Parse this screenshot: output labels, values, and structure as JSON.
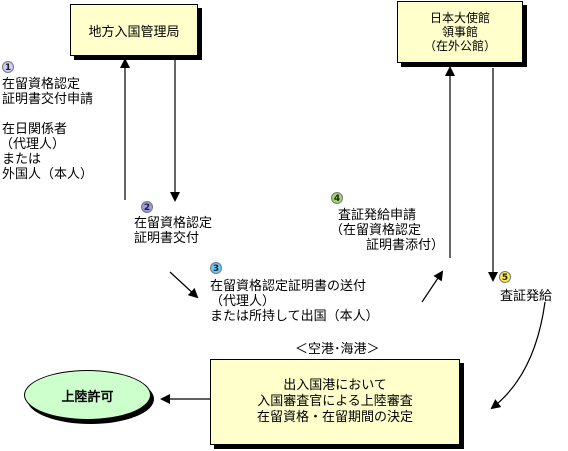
{
  "boxes": {
    "regional_bureau": "地方入国管理局",
    "embassy_line1": "日本大使館",
    "embassy_line2": "領事館",
    "embassy_line3": "（在外公館）",
    "landing_permit": "上陸許可",
    "port_line1": "出入国港において",
    "port_line2": "入国審査官による上陸審査",
    "port_line3": "在留資格・在留期間の決定"
  },
  "steps": {
    "s1": {
      "num": "1",
      "line1": "在留資格認定",
      "line2": "証明書交付申請"
    },
    "applicant": {
      "line1": "在日関係者",
      "line2": "（代理人）",
      "line3": "または",
      "line4": "外国人（本人）"
    },
    "s2": {
      "num": "2",
      "line1": "在留資格認定",
      "line2": "証明書交付"
    },
    "s3": {
      "num": "3",
      "line1": "在留資格認定証明書の送付",
      "line2": "（代理人）",
      "line3": "または所持して出国（本人）"
    },
    "s4": {
      "num": "4",
      "line1": "査証発給申請",
      "line2": "（在留資格認定",
      "line3": "証明書添付）"
    },
    "s5": {
      "num": "5",
      "line1": "査証発給"
    }
  },
  "port_label": "＜空港･海港＞",
  "colors": {
    "box_fill": "#ffffcc",
    "oval_fill": "#ccffcc",
    "badge1": "#ccccff",
    "badge2": "#9999ee",
    "badge3": "#66ccff",
    "badge4": "#99dd66",
    "badge5": "#ffee44"
  }
}
